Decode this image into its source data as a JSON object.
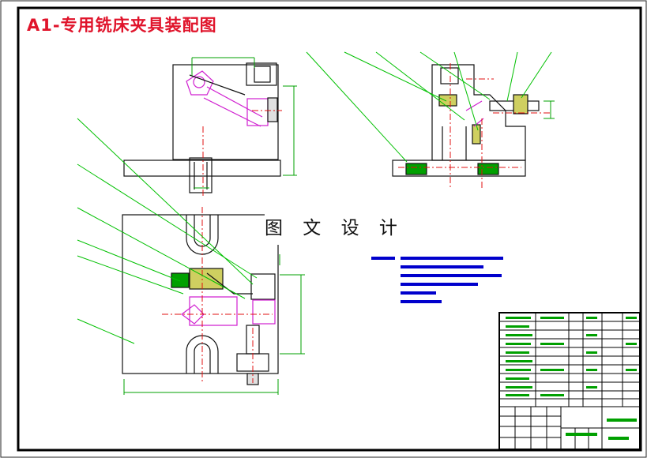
{
  "drawing": {
    "title": "A1-专用铣床夹具装配图",
    "watermark": "图 文 设 计"
  },
  "colors": {
    "border": "#000000",
    "title": "#e0142b",
    "dimension": "#00a000",
    "leader": "#00c000",
    "part_outline": "#111111",
    "section_hatch": "#00a000",
    "workpiece": "#d020d0",
    "center_line": "#e01010",
    "notes_text": "#0000cc",
    "bolt_highlight": "#b0b000"
  },
  "views": [
    "front-view",
    "side-view",
    "top-view"
  ],
  "icons": [
    "dimension-line",
    "leader-line",
    "center-line",
    "hatch-section"
  ]
}
